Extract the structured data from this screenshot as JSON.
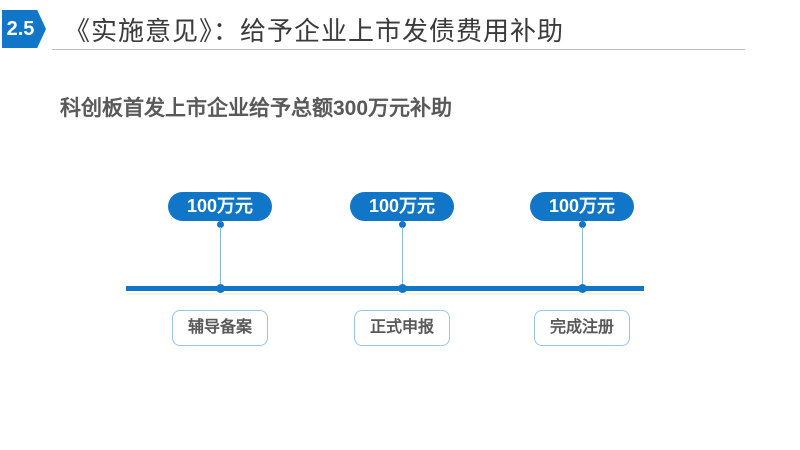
{
  "slide": {
    "badge_label": "2.5",
    "title": "《实施意见》：给予企业上市发债费用补助",
    "subtitle": "科创板首发上市企业给予总额300万元补助",
    "colors": {
      "primary_blue": "#1176C8",
      "box_border_blue": "#9DC3E6",
      "body_text_gray": "#595959",
      "title_text": "#3B3B3B"
    },
    "timeline": {
      "stages": [
        {
          "amount": "100万元",
          "label": "辅导备案"
        },
        {
          "amount": "100万元",
          "label": "正式申报"
        },
        {
          "amount": "100万元",
          "label": "完成注册"
        }
      ]
    }
  }
}
